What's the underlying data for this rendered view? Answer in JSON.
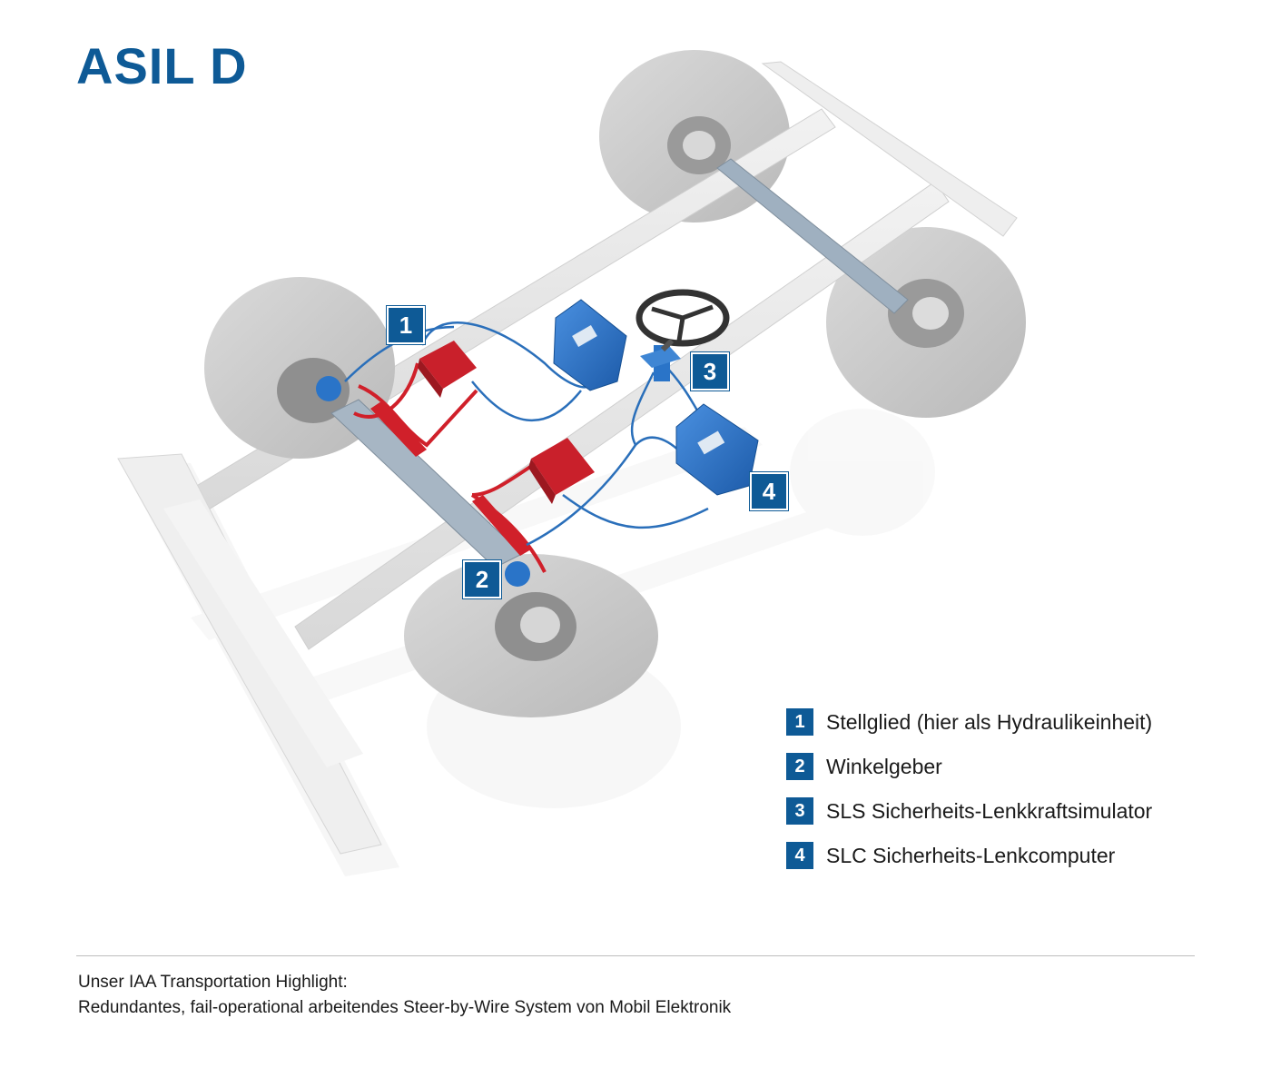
{
  "title": "ASIL D",
  "colors": {
    "brand_blue": "#0e5a96",
    "hydraulic_red": "#d0202a",
    "ecu_blue": "#2a74c8",
    "frame_gray": "#e2e2e2",
    "wheel_gray": "#cfcfcf"
  },
  "callouts": [
    "1",
    "2",
    "3",
    "4"
  ],
  "legend": [
    {
      "num": "1",
      "label": "Stellglied (hier als Hydraulikeinheit)"
    },
    {
      "num": "2",
      "label": "Winkelgeber"
    },
    {
      "num": "3",
      "label": "SLS Sicherheits-Lenkkraftsimulator"
    },
    {
      "num": "4",
      "label": "SLC Sicherheits-Lenkcomputer"
    }
  ],
  "footer": {
    "line1": "Unser IAA Transportation Highlight:",
    "line2": "Redundantes, fail-operational arbeitendes Steer-by-Wire System von Mobil Elektronik"
  }
}
